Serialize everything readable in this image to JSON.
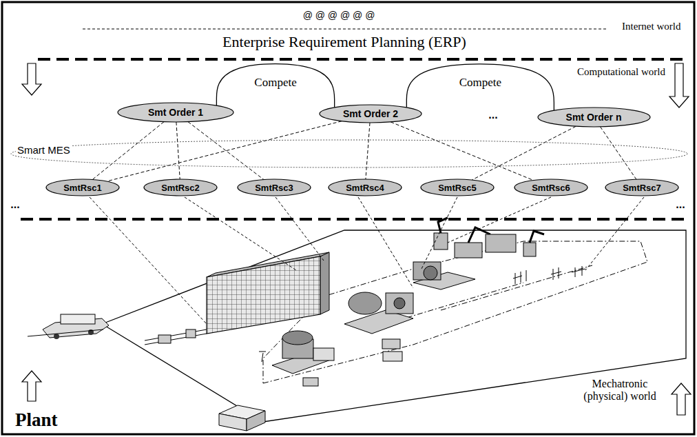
{
  "diagram": {
    "nodes": [
      {
        "text": [
          "Smt Order 1"
        ]
      },
      {
        "text": [
          "Smt Order 2"
        ]
      },
      {
        "text": [
          "Smt Order n"
        ]
      },
      {
        "text": [
          "Smart MES"
        ]
      },
      {
        "text": [
          "SmtRsc1"
        ]
      },
      {
        "text": [
          "SmtRsc2"
        ]
      },
      {
        "text": [
          "SmtRsc3"
        ]
      },
      {
        "text": [
          "SmtRsc4"
        ]
      },
      {
        "text": [
          "SmtRsc5"
        ]
      },
      {
        "text": [
          "SmtRsc6"
        ]
      },
      {
        "text": [
          "SmtRsc7"
        ]
      }
    ],
    "edges": [
      {
        "from": 0,
        "to": 1,
        "label": "Compete",
        "arrow": "none"
      },
      {
        "from": 1,
        "to": 2,
        "label": "Compete",
        "arrow": "none"
      },
      {
        "from": 0,
        "to": 4,
        "arrow": "none"
      },
      {
        "from": 0,
        "to": 5,
        "arrow": "none"
      },
      {
        "from": 0,
        "to": 6,
        "arrow": "none"
      },
      {
        "from": 1,
        "to": 4,
        "arrow": "none"
      },
      {
        "from": 1,
        "to": 7,
        "arrow": "none"
      },
      {
        "from": 1,
        "to": 9,
        "arrow": "none"
      },
      {
        "from": 2,
        "to": 8,
        "arrow": "none"
      },
      {
        "from": 2,
        "to": 10,
        "arrow": "none"
      }
    ],
    "labels": [
      "@ @ @ @ @ @",
      "Internet world",
      "Enterprise Requirement Planning (ERP)",
      "Computational world",
      "...",
      "...",
      "...",
      "Plant",
      "Mechatronic (physical) world"
    ]
  }
}
